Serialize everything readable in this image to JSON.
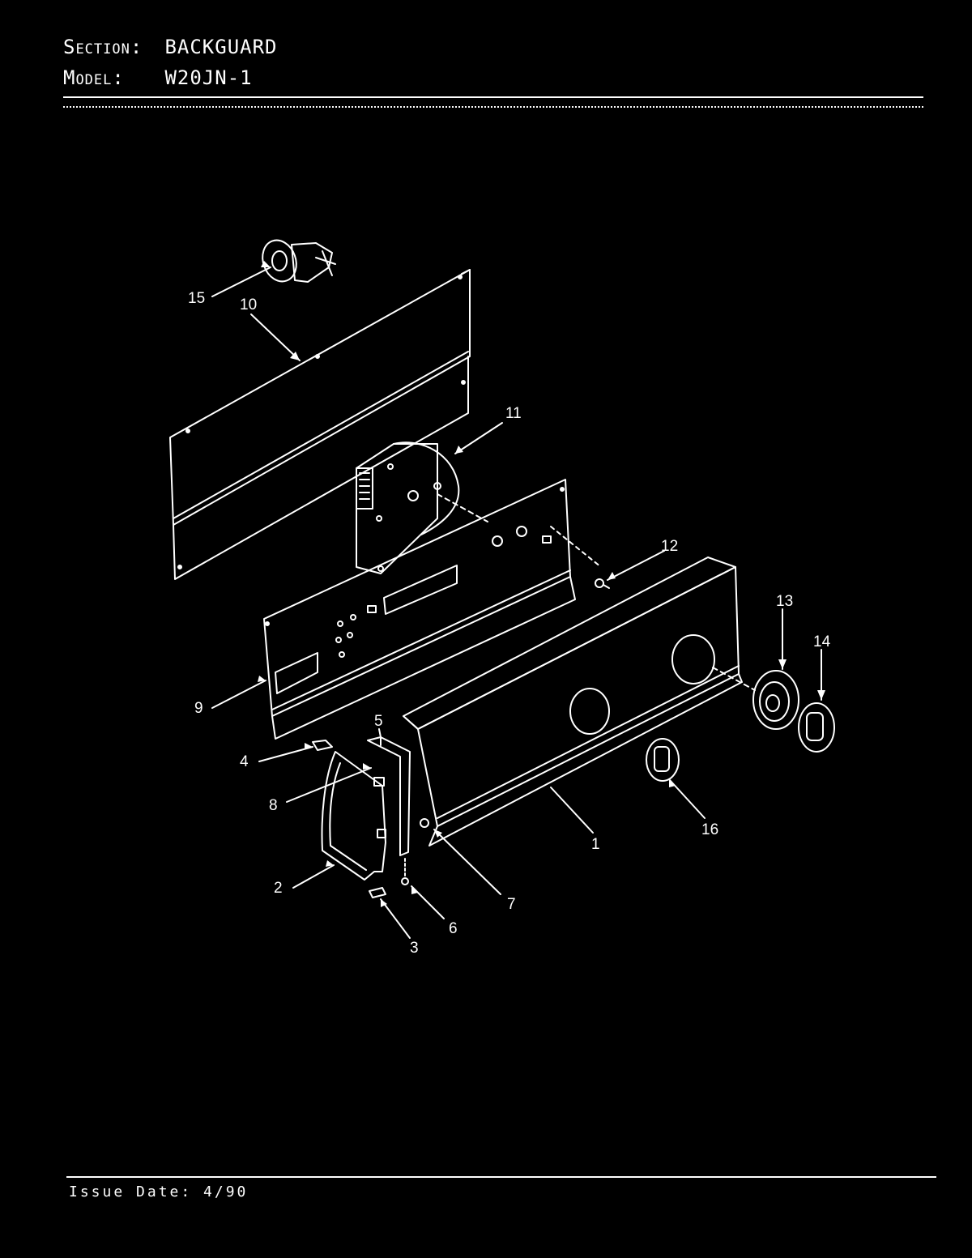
{
  "header": {
    "section_key": "Section:",
    "section_value": "BACKGUARD",
    "model_key": "Model:",
    "model_value": "W20JN-1"
  },
  "footer": {
    "issue_date": "Issue Date: 4/90"
  },
  "callouts": [
    "1",
    "2",
    "3",
    "4",
    "5",
    "6",
    "7",
    "8",
    "9",
    "10",
    "11",
    "12",
    "13",
    "14",
    "15",
    "16"
  ]
}
